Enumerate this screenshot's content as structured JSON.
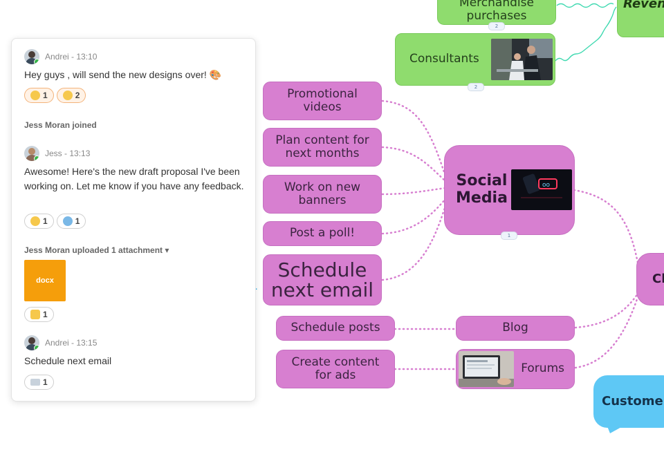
{
  "chat": {
    "messages": [
      {
        "author": "Andrei",
        "time": "13:10",
        "text": "Hey guys , will send the new designs over! 🎨",
        "reactions": [
          {
            "emoji": "star-struck",
            "count": "1"
          },
          {
            "emoji": "smiling-face",
            "count": "2"
          }
        ]
      },
      {
        "system": "Jess Moran joined"
      },
      {
        "author": "Jess",
        "time": "13:13",
        "text": "Awesome! Here's the new draft proposal I've been working on. Let me know if you have any feedback.",
        "reactions": [
          {
            "emoji": "sunglasses-face",
            "count": "1"
          },
          {
            "emoji": "person-at-desk",
            "count": "1"
          }
        ]
      },
      {
        "system": "Jess Moran uploaded 1 attachment ▾",
        "attachment": "docx",
        "reactions": [
          {
            "emoji": "thumbs-up",
            "count": "1"
          }
        ]
      },
      {
        "author": "Andrei",
        "time": "13:15",
        "text": "Schedule next email",
        "reactions": [
          {
            "emoji": "envelope",
            "count": "1"
          }
        ]
      }
    ]
  },
  "mindmap": {
    "nodes": {
      "merch": "Merchandise\npurchases",
      "revenue": "Reven",
      "consultants": "Consultants",
      "promo": "Promotional\nvideos",
      "plan": "Plan content for\nnext months",
      "banners": "Work on new\nbanners",
      "poll": "Post a poll!",
      "schedule_email": "Schedule\nnext email",
      "social": "Social\nMedia",
      "channels": "Ch",
      "sched_posts": "Schedule posts",
      "blog": "Blog",
      "create_ads": "Create content\nfor ads",
      "forums": "Forums",
      "customer": "Custome"
    },
    "badges": {
      "merch": "2",
      "consultants": "2",
      "social": "1"
    }
  },
  "colors": {
    "pink_node": "#d77fd0",
    "green_node": "#8fdc6e",
    "blue_node": "#5ec8f5",
    "connector_pink": "#d77fd0",
    "connector_green": "#3fd9b0",
    "arrow": "#12a7e8"
  }
}
